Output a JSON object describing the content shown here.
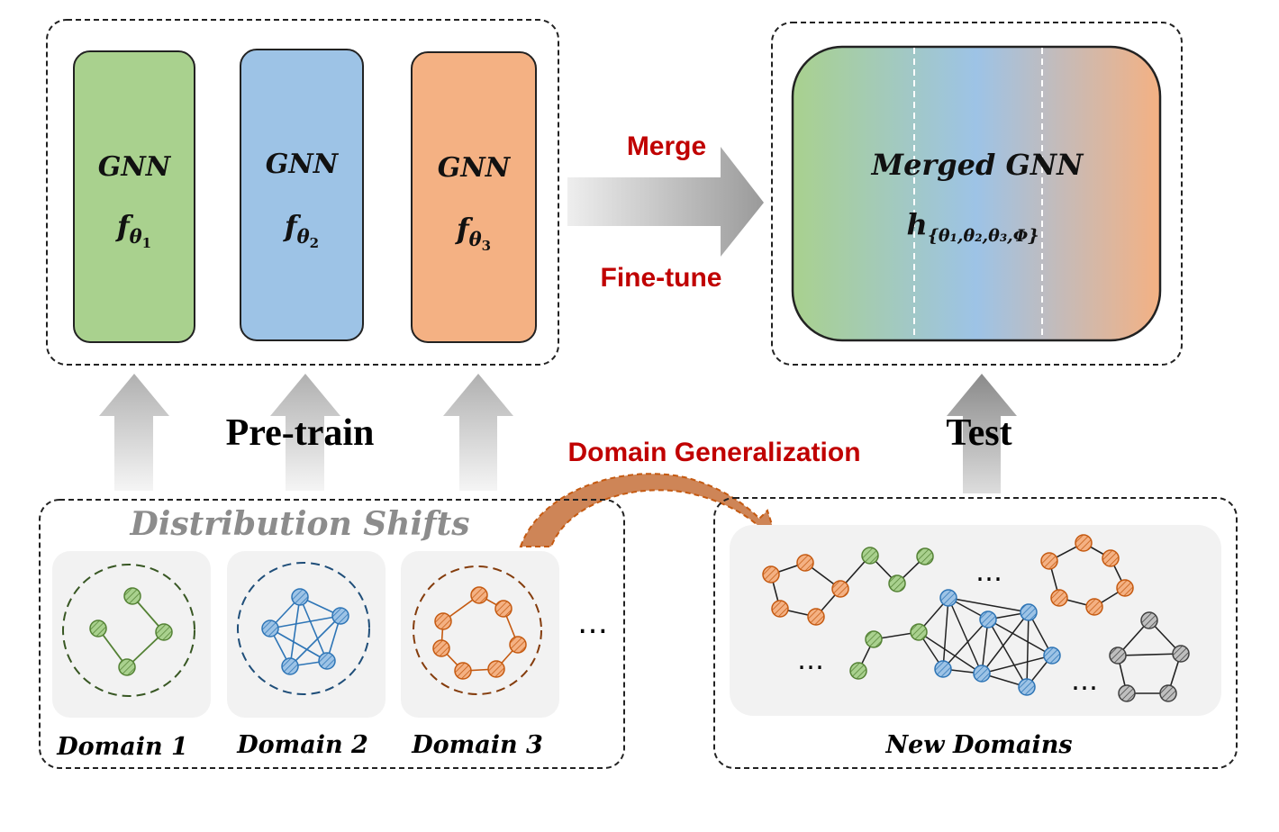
{
  "colors": {
    "green": "#a9d18e",
    "blue": "#9dc3e6",
    "orange": "#f4b183",
    "dark_red": "#c00000",
    "gray_arrow": "#a6a6a6",
    "domain_green": "#548235",
    "domain_blue": "#2e75b6",
    "domain_orange": "#c55a11",
    "node_gray": "#7f7f7f",
    "panel_gray": "#f2f2f2"
  },
  "models": [
    {
      "title": "GNN",
      "func": "f",
      "sub": "θ",
      "subsub": "1"
    },
    {
      "title": "GNN",
      "func": "f",
      "sub": "θ",
      "subsub": "2"
    },
    {
      "title": "GNN",
      "func": "f",
      "sub": "θ",
      "subsub": "3"
    }
  ],
  "merged": {
    "title": "Merged GNN",
    "func": "h",
    "params": "{θ₁,θ₂,θ₃,Φ}"
  },
  "labels": {
    "merge": "Merge",
    "finetune": "Fine-tune",
    "pretrain": "Pre-train",
    "test": "Test",
    "domain_generalization": "Domain Generalization",
    "distribution_shifts": "Distribution Shifts",
    "ellipsis": "…",
    "new_domains": "New Domains"
  },
  "domains": [
    {
      "label": "Domain 1"
    },
    {
      "label": "Domain 2"
    },
    {
      "label": "Domain 3"
    }
  ]
}
